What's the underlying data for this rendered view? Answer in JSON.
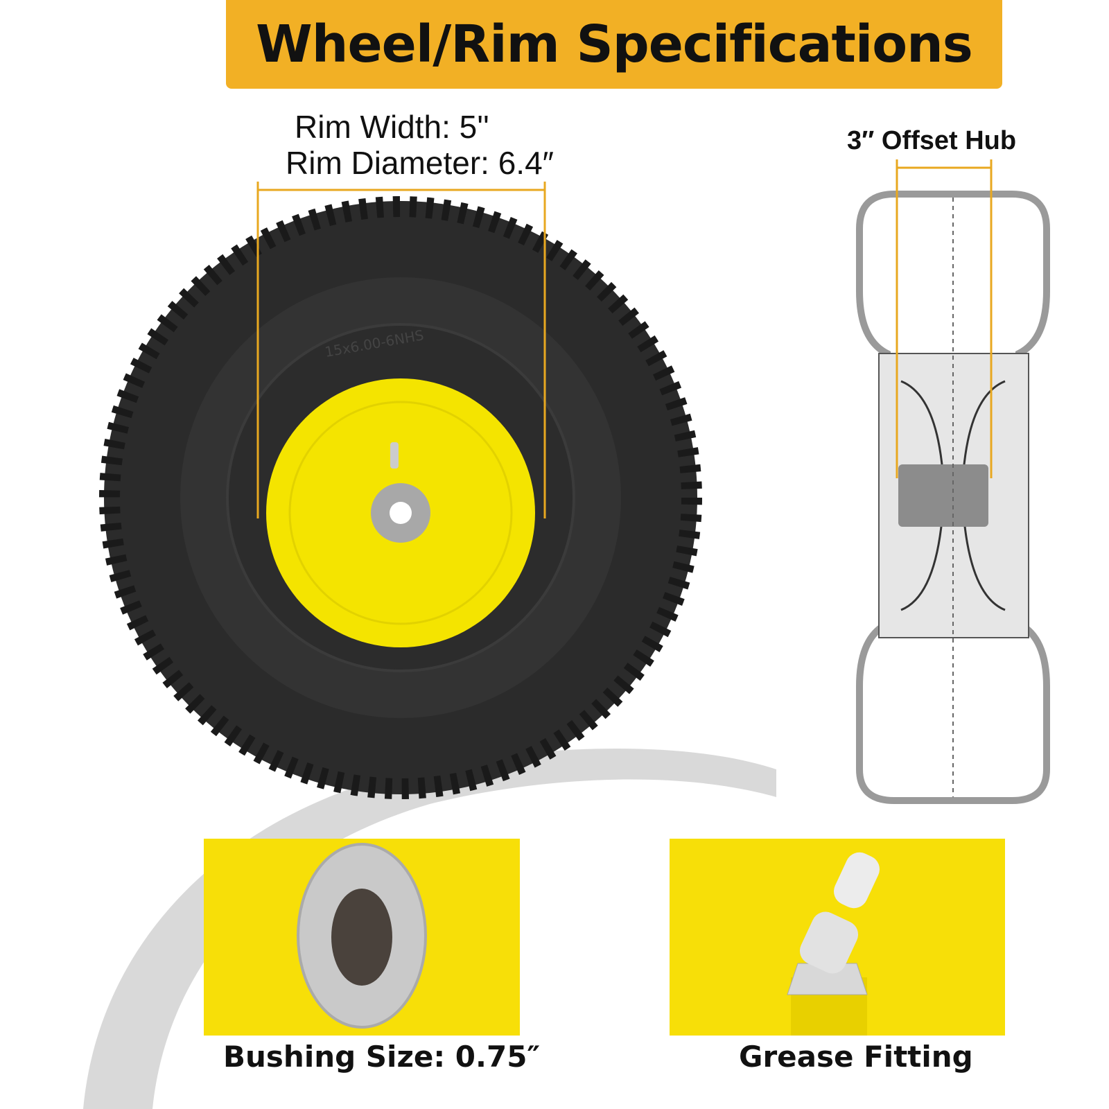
{
  "header": {
    "title": "Wheel/Rim Specifications"
  },
  "specs": {
    "rim_width": "Rim Width: 5''",
    "rim_diameter": "Rim Diameter: 6.4″",
    "offset_hub": "3″ Offset Hub",
    "bushing_size": "Bushing Size: 0.75″",
    "grease_fitting": "Grease Fitting"
  },
  "tire": {
    "sidewall_marking": "15x6.00-6NHS"
  },
  "colors": {
    "banner": "#f2b025",
    "rim_yellow": "#f4e400",
    "tire": "#2a2a2a",
    "dimension_line": "#e8a820",
    "profile_outline": "#9a9a9a"
  }
}
